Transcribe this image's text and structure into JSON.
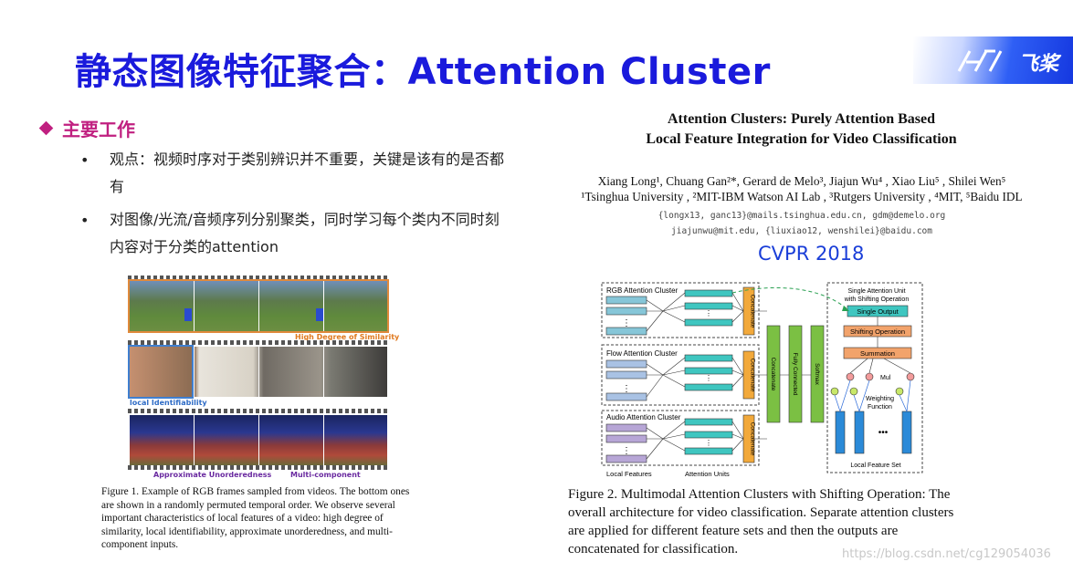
{
  "title": "静态图像特征聚合：Attention Cluster",
  "logo": {
    "text": "飞桨"
  },
  "section": {
    "label": "主要工作",
    "bullets": [
      {
        "line1": "观点：视频时序对于类别辨识并不重要，关键是该有的是否都",
        "line2": "有"
      },
      {
        "line1": "对图像/光流/音频序列分别聚类，同时学习每个类内不同时刻",
        "line2": "内容对于分类的attention"
      }
    ]
  },
  "figure1": {
    "labels": {
      "similarity": "High Degree of Similarity",
      "identifiability": "local Identifiability",
      "unordered": "Approximate Unorderedness",
      "multi": "Multi-component"
    },
    "caption": "Figure 1. Example of RGB frames sampled from videos. The bottom ones are shown in a randomly permuted temporal order. We observe several important characteristics of local features of a video: high degree of similarity, local identifiability, approximate unorderedness, and multi-component inputs."
  },
  "paper": {
    "title_line1": "Attention Clusters: Purely Attention Based",
    "title_line2": "Local Feature Integration for Video Classification",
    "authors": "Xiang Long¹, Chuang Gan²*, Gerard de Melo³, Jiajun Wu⁴ , Xiao Liu⁵ , Shilei Wen⁵",
    "affiliations": "¹Tsinghua University , ²MIT-IBM Watson AI Lab , ³Rutgers University , ⁴MIT, ⁵Baidu IDL",
    "email1": "{longx13, ganc13}@mails.tsinghua.edu.cn, gdm@demelo.org",
    "email2": "jiajunwu@mit.edu, {liuxiao12, wenshilei}@baidu.com",
    "venue": "CVPR 2018"
  },
  "figure2": {
    "rgb_cluster": "RGB Attention Cluster",
    "flow_cluster": "Flow Attention Cluster",
    "audio_cluster": "Audio Attention Cluster",
    "concatenate": "Concatenate",
    "fully_connected": "Fully Connected",
    "softmax": "Softmax",
    "single_unit_title1": "Single Attention Unit",
    "single_unit_title2": "with Shifting Operation",
    "single_output": "Single Output",
    "shifting_operation": "Shifting Operation",
    "summation": "Summation",
    "mul": "Mul",
    "weighting1": "Weighting",
    "weighting2": "Function",
    "local_feature_set": "Local Feature Set",
    "local_features": "Local Features",
    "attention_units": "Attention Units",
    "caption": "Figure 2. Multimodal Attention Clusters with Shifting Operation: The overall architecture for video classification. Separate attention clusters are applied for different feature sets and then the outputs are concatenated for classification."
  },
  "watermark": "https://blog.csdn.net/cg129054036",
  "colors": {
    "title": "#1a1adc",
    "section": "#c02080",
    "venue": "#1a3ed8"
  }
}
